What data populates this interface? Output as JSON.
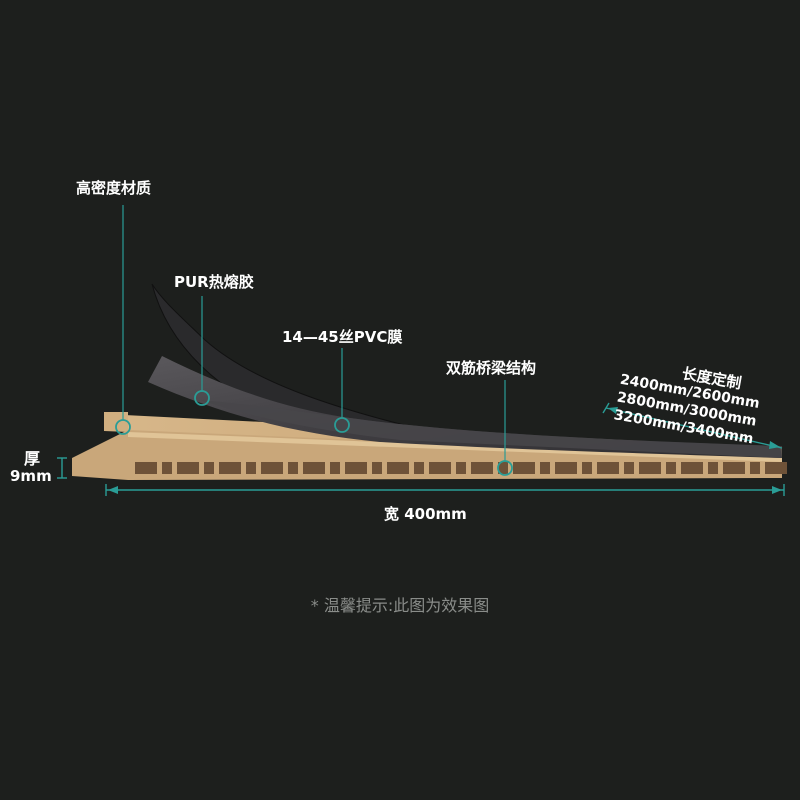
{
  "labels": {
    "material": "高密度材质",
    "adhesive": "PUR热熔胶",
    "film": "14—45丝PVC膜",
    "structure": "双筋桥梁结构"
  },
  "length": {
    "title": "长度定制",
    "options": [
      "2400mm/2600mm",
      "2800mm/3000mm",
      "3200mm/3400mm"
    ]
  },
  "thickness": {
    "label": "厚",
    "value": "9mm"
  },
  "width": {
    "label": "宽 400mm"
  },
  "note": "* 温馨提示:此图为效果图",
  "colors": {
    "background": "#1d1f1d",
    "panel": "#c9a77a",
    "panel_dark": "#7d6142",
    "film": "#48464a",
    "film_edge": "#1a1a1c",
    "accent": "#2a9d96",
    "text": "#ffffff",
    "note_text": "#8a8d8a"
  }
}
